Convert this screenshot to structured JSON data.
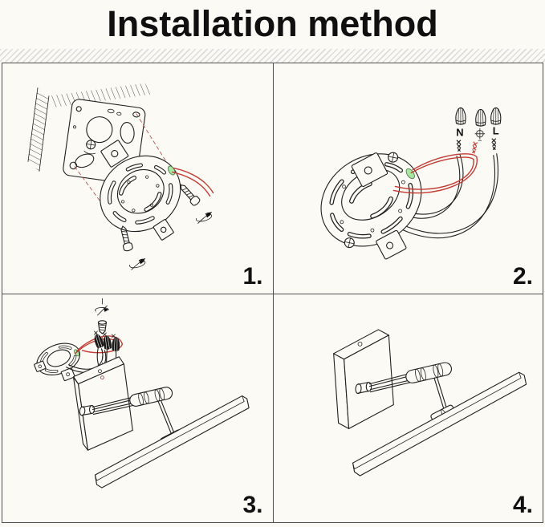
{
  "title": "Installation method",
  "panels": [
    {
      "label": "1."
    },
    {
      "label": "2."
    },
    {
      "label": "3."
    },
    {
      "label": "4."
    }
  ],
  "wire_labels": {
    "neutral": "N",
    "live": "L"
  },
  "colors": {
    "background": "#fbfaf4",
    "line_black": "#1f1f1f",
    "wire_red": "#c23c35",
    "grommet_green": "#a9e8a2",
    "hatch_gray": "#dcdcdc"
  }
}
